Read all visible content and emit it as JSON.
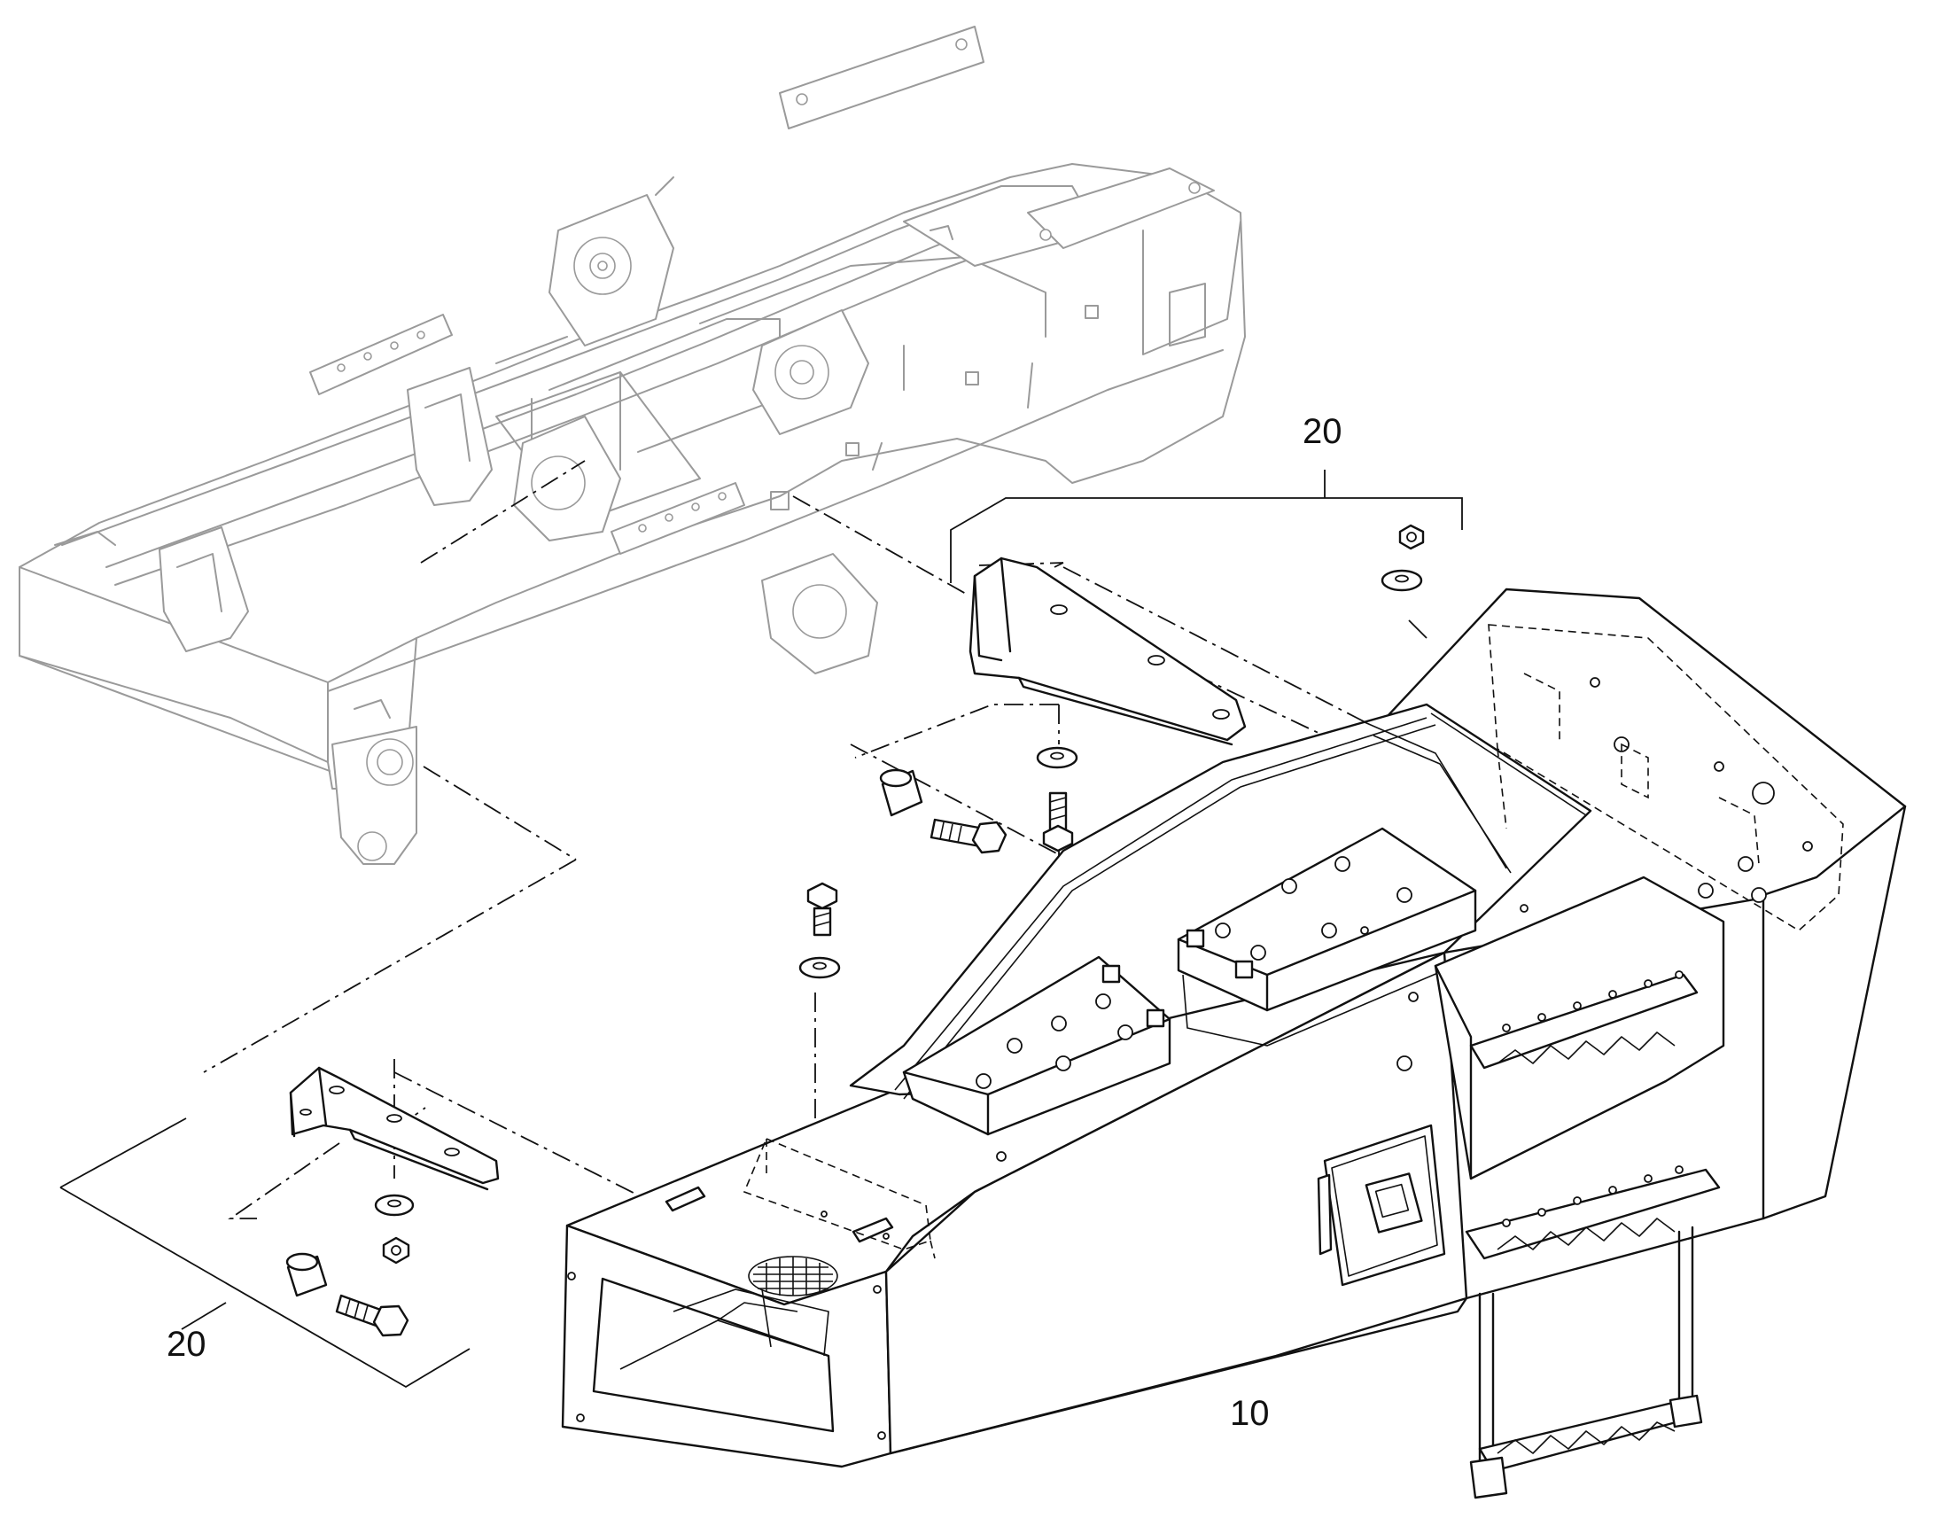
{
  "diagram": {
    "callouts": {
      "part_10": "10",
      "part_20_upper": "20",
      "part_20_lower": "20"
    }
  }
}
